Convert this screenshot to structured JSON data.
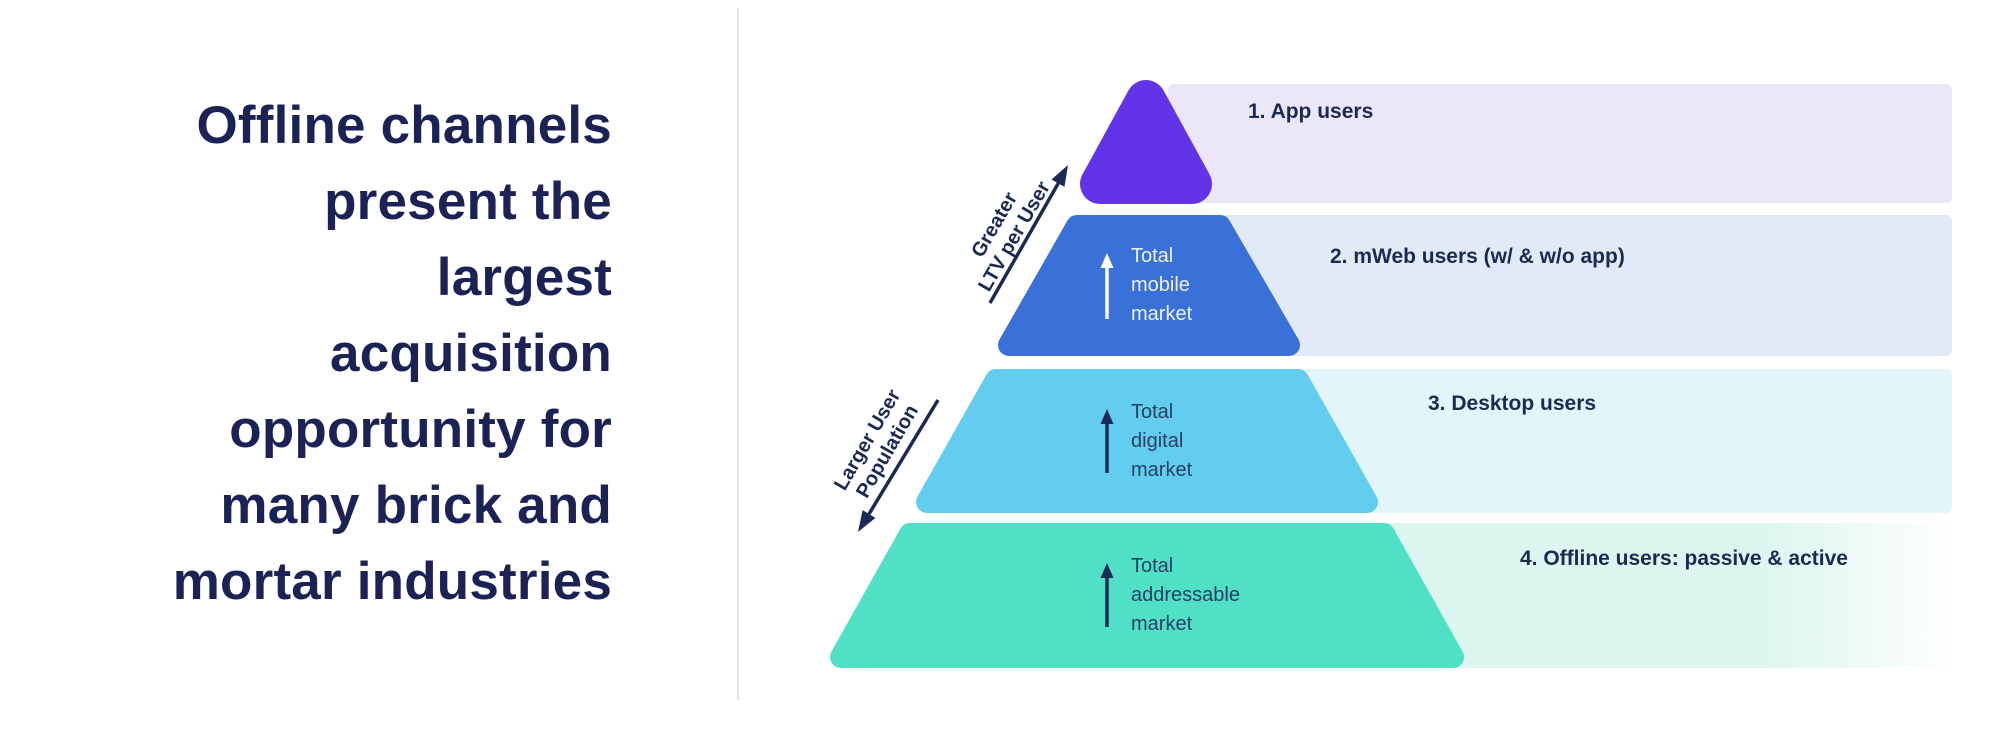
{
  "slide": {
    "heading": "Offline channels\npresent the\nlargest\nacquisition\nopportunity for\nmany brick and\nmortar industries"
  },
  "colors": {
    "heading_navy": "#1b2255",
    "navy": "#1b2a55",
    "white": "#ffffff",
    "inner_text_light": "#edf1fc",
    "inner_text_dark": "#264066",
    "tier1_purple": "#6233e8",
    "tier2_blue": "#3a71d8",
    "tier3_cyan": "#62cdee",
    "tier4_teal": "#4fe0c6",
    "band1_lavender": "#ece6f9",
    "band2_steel": "#e3eaf7",
    "band3_ice": "#e4f4fb",
    "band4_mint": "#ddf6f0"
  },
  "axis_labels": {
    "ltv": "Greater\nLTV per User",
    "population": "Larger User\nPopulation"
  },
  "tiers": [
    {
      "band_label": "1. App users",
      "inner_label": ""
    },
    {
      "band_label": "2. mWeb users (w/ & w/o app)",
      "inner_label": "Total\nmobile\nmarket"
    },
    {
      "band_label": "3. Desktop users",
      "inner_label": "Total\ndigital\nmarket"
    },
    {
      "band_label": "4. Offline users: passive & active",
      "inner_label": "Total\naddressable\nmarket"
    }
  ]
}
